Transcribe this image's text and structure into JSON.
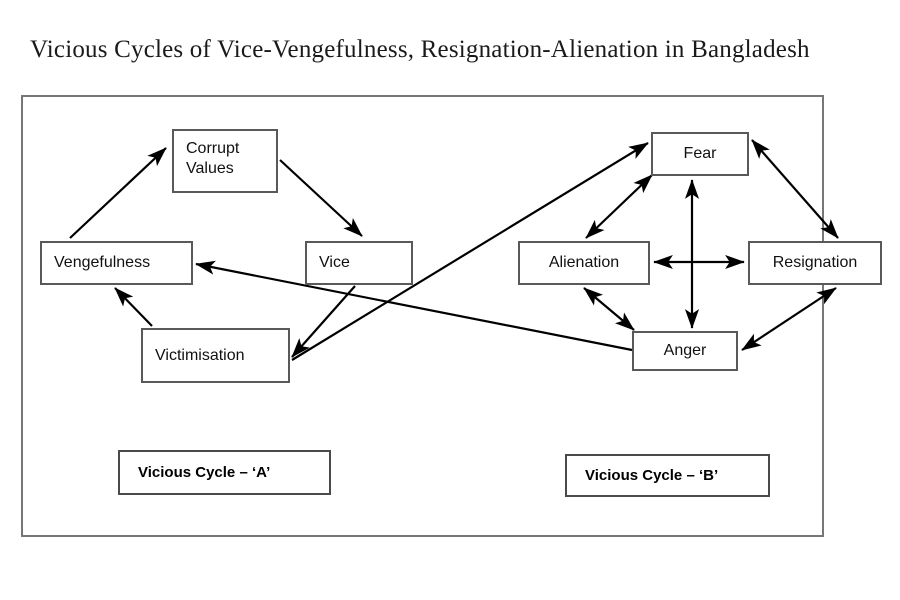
{
  "title": "Vicious Cycles of Vice-Vengefulness, Resignation-Alienation in Bangladesh",
  "colors": {
    "background": "#ffffff",
    "frame_border": "#777777",
    "node_border": "#595959",
    "legend_border": "#4a4a4a",
    "arrow": "#000000",
    "title_text": "#1a1a1a"
  },
  "frame": {
    "label": "diagram-outer-frame"
  },
  "nodes": {
    "corrupt_values_line1": "Corrupt",
    "corrupt_values_line2": "Values",
    "vengefulness": "Vengefulness",
    "vice": "Vice",
    "victimisation": "Victimisation",
    "fear": "Fear",
    "alienation": "Alienation",
    "resignation": "Resignation",
    "anger": "Anger"
  },
  "legends": {
    "cycle_a": "Vicious Cycle – ‘A’",
    "cycle_b": "Vicious Cycle – ‘B’"
  },
  "chart_data": {
    "type": "diagram",
    "title": "Vicious Cycles of Vice-Vengefulness, Resignation-Alienation in Bangladesh",
    "groups": [
      {
        "name": "Vicious Cycle – ‘A’",
        "nodes": [
          "Corrupt Values",
          "Vice",
          "Victimisation",
          "Vengefulness"
        ]
      },
      {
        "name": "Vicious Cycle – ‘B’",
        "nodes": [
          "Fear",
          "Alienation",
          "Resignation",
          "Anger"
        ]
      }
    ],
    "edges": [
      {
        "from": "Vengefulness",
        "to": "Corrupt Values",
        "direction": "single"
      },
      {
        "from": "Corrupt Values",
        "to": "Vice",
        "direction": "single"
      },
      {
        "from": "Vice",
        "to": "Victimisation",
        "direction": "single"
      },
      {
        "from": "Victimisation",
        "to": "Vengefulness",
        "direction": "single"
      },
      {
        "from": "Fear",
        "to": "Alienation",
        "direction": "double"
      },
      {
        "from": "Fear",
        "to": "Resignation",
        "direction": "double"
      },
      {
        "from": "Fear",
        "to": "Anger",
        "direction": "double"
      },
      {
        "from": "Alienation",
        "to": "Resignation",
        "direction": "double"
      },
      {
        "from": "Alienation",
        "to": "Anger",
        "direction": "double"
      },
      {
        "from": "Resignation",
        "to": "Anger",
        "direction": "double"
      },
      {
        "from": "Victimisation",
        "to": "Fear",
        "direction": "single"
      },
      {
        "from": "Anger",
        "to": "Vengefulness",
        "direction": "single"
      }
    ]
  }
}
